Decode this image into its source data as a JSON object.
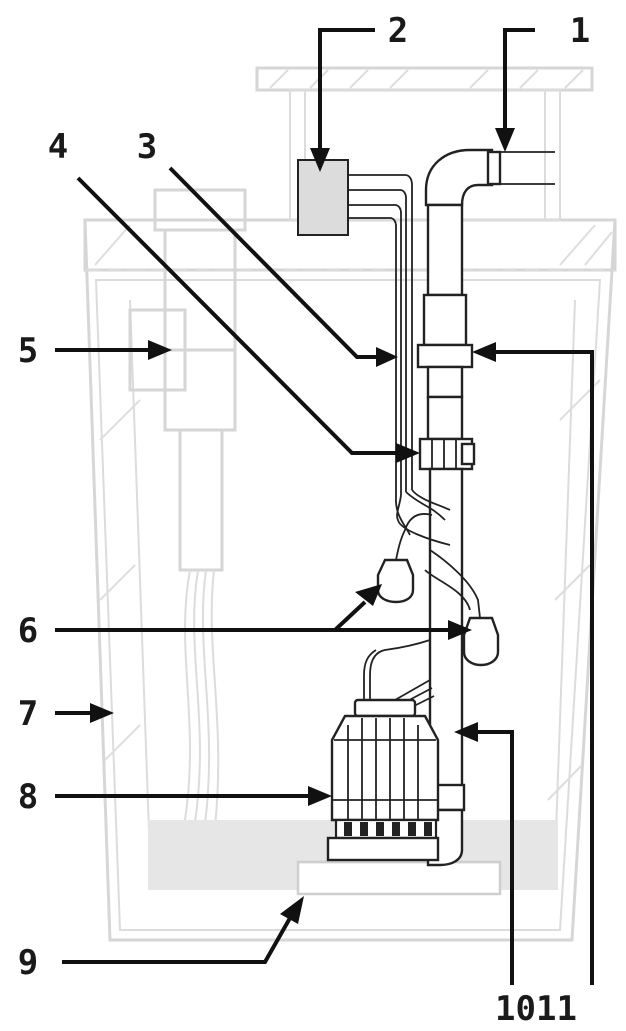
{
  "callouts": [
    {
      "id": "1",
      "label": "1"
    },
    {
      "id": "2",
      "label": "2"
    },
    {
      "id": "3",
      "label": "3"
    },
    {
      "id": "4",
      "label": "4"
    },
    {
      "id": "5",
      "label": "5"
    },
    {
      "id": "6",
      "label": "6"
    },
    {
      "id": "7",
      "label": "7"
    },
    {
      "id": "8",
      "label": "8"
    },
    {
      "id": "9",
      "label": "9"
    },
    {
      "id": "10-11",
      "label": "1011"
    }
  ],
  "colors": {
    "ink": "#1a1a1a",
    "faint": "#d6d6d6",
    "water": "#e6e6e6",
    "control_box": "#dcdcdc"
  }
}
